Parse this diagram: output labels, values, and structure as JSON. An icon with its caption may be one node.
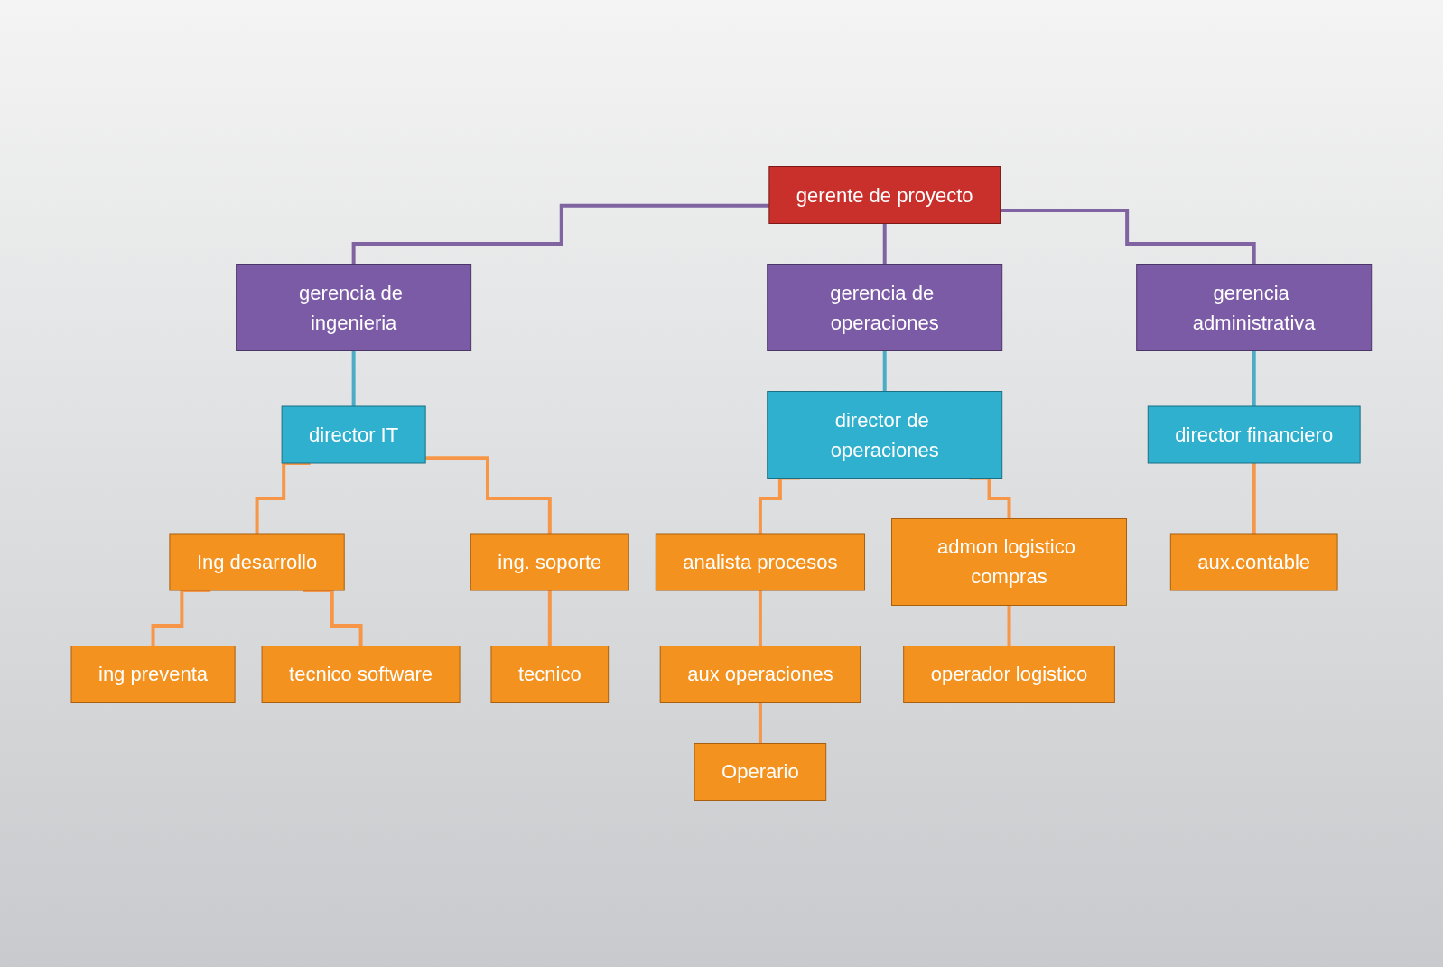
{
  "diagram": {
    "nodes": [
      {
        "text": [
          "gerente de proyecto"
        ]
      },
      {
        "text": [
          "gerencia de ingenieria"
        ]
      },
      {
        "text": [
          "gerencia de operaciones"
        ]
      },
      {
        "text": [
          "gerencia administrativa"
        ]
      },
      {
        "text": [
          "director IT"
        ]
      },
      {
        "text": [
          "director de operaciones"
        ]
      },
      {
        "text": [
          "director financiero"
        ]
      },
      {
        "text": [
          "Ing desarrollo"
        ]
      },
      {
        "text": [
          "ing. soporte"
        ]
      },
      {
        "text": [
          "analista procesos"
        ]
      },
      {
        "text": [
          "admon logistico compras"
        ]
      },
      {
        "text": [
          "aux.contable"
        ]
      },
      {
        "text": [
          "ing preventa"
        ]
      },
      {
        "text": [
          "tecnico"
        ]
      },
      {
        "text": [
          "aux operaciones"
        ]
      },
      {
        "text": [
          "operador logistico"
        ]
      },
      {
        "text": [
          "tecnico software"
        ]
      },
      {
        "text": [
          "Operario"
        ]
      }
    ],
    "edges": [
      {
        "from": 0,
        "to": 1,
        "arrow": "none",
        "color": "#8064a2"
      },
      {
        "from": 0,
        "to": 2,
        "arrow": "none",
        "color": "#8064a2"
      },
      {
        "from": 0,
        "to": 3,
        "arrow": "none",
        "color": "#8064a2"
      },
      {
        "from": 1,
        "to": 4,
        "arrow": "none",
        "color": "#4bacc6"
      },
      {
        "from": 2,
        "to": 5,
        "arrow": "none",
        "color": "#4bacc6"
      },
      {
        "from": 3,
        "to": 6,
        "arrow": "none",
        "color": "#4bacc6"
      },
      {
        "from": 4,
        "to": 7,
        "arrow": "none"
      },
      {
        "from": 4,
        "to": 8,
        "arrow": "none"
      },
      {
        "from": 5,
        "to": 9,
        "arrow": "none"
      },
      {
        "from": 5,
        "to": 10,
        "arrow": "none"
      },
      {
        "from": 6,
        "to": 11,
        "arrow": "none"
      },
      {
        "from": 7,
        "to": 12,
        "arrow": "none"
      },
      {
        "from": 7,
        "to": 16,
        "arrow": "none"
      },
      {
        "from": 8,
        "to": 13,
        "arrow": "none"
      },
      {
        "from": 9,
        "to": 14,
        "arrow": "none"
      },
      {
        "from": 10,
        "to": 15,
        "arrow": "none"
      },
      {
        "from": 14,
        "to": 17,
        "arrow": "none"
      }
    ]
  }
}
